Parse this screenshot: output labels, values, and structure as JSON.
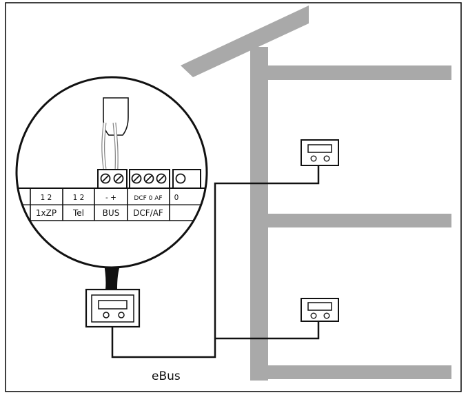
{
  "colors": {
    "frame": "#000000",
    "building": "#a9a9a9",
    "wire": "#111111",
    "background": "#ffffff"
  },
  "terminal_groups": [
    {
      "pins": "1 2",
      "name": "1xZP"
    },
    {
      "pins": "1 2",
      "name": "Tel"
    },
    {
      "pins": "- +",
      "name": "BUS"
    },
    {
      "pins": "DCF 0 AF",
      "name": "DCF/AF"
    },
    {
      "pins": "0",
      "name": ""
    }
  ],
  "bus_label": "eBus",
  "icons": [
    "controller-icon",
    "room-thermostat-icon",
    "terminal-screw-icon",
    "cable-icon"
  ]
}
